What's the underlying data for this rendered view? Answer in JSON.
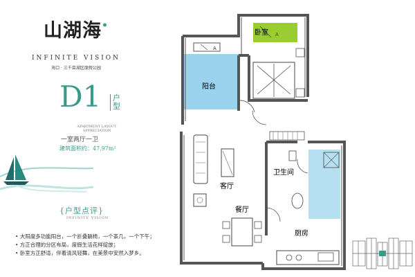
{
  "brand": {
    "logo_text": "山湖海",
    "tagline": "INFINITE VISION",
    "location": "海口 · 三千亩湖区度假公园"
  },
  "unit": {
    "code": "D1",
    "type_label": "户型",
    "english_label": "APARTMENT LAYOUT APPRECIATION",
    "layout": "一室两厅一卫",
    "area": "建筑面积约：47.97m²"
  },
  "review": {
    "title": "{户型点评}",
    "english": "INFINITE VISION",
    "points": [
      "大阳度多功能阳台，一个折叠躺椅，一个茶几，一个下午；",
      "方正合理的分区布局，度假生活花样绽放；",
      "卧室方正舒适，伴着清风轻舞，在美景中安然入梦乡。"
    ]
  },
  "floorplan": {
    "rooms": {
      "bedroom": "卧室",
      "balcony": "阳台",
      "bathroom": "卫生间",
      "living": "客厅",
      "dining": "餐厅",
      "kitchen": "厨房"
    },
    "ac_label": "A"
  },
  "colors": {
    "accent": "#3a9a8a",
    "balcony_fill": "#9bd3ee",
    "bath_fill": "#b6dff2",
    "ac_green": "#9acd32",
    "wall": "#555555"
  }
}
